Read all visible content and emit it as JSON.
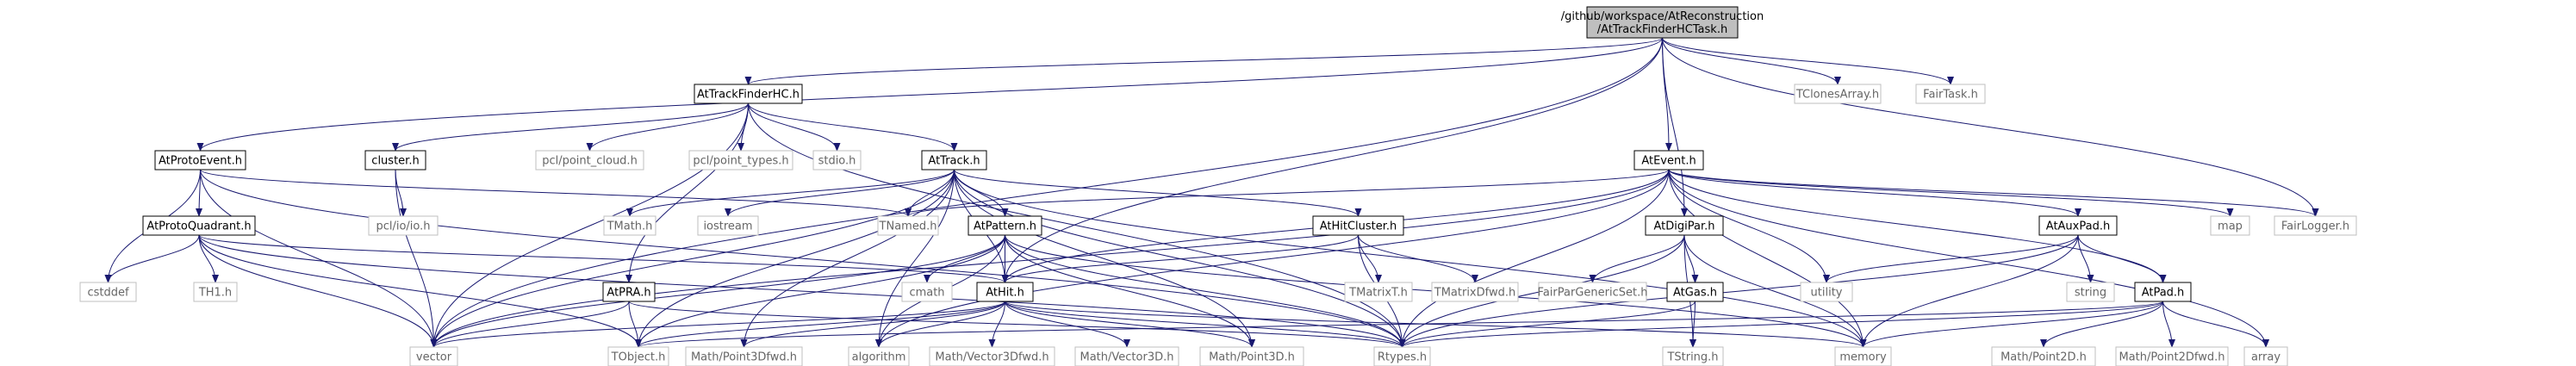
{
  "colors": {
    "root_fill": "#bfbfbf",
    "internal_fill": "#ffffff",
    "internal_stroke": "#000000",
    "external_stroke": "#bfbfbf",
    "text_internal": "#000000",
    "text_external": "#666666",
    "edge": "#191970"
  },
  "nodes": [
    {
      "id": "root",
      "lines": [
        "/github/workspace/AtReconstruction",
        "/AtTrackFinderHCTask.h"
      ],
      "kind": "root"
    },
    {
      "id": "AtTrackFinderHC",
      "lines": [
        "AtTrackFinderHC.h"
      ],
      "kind": "internal"
    },
    {
      "id": "TClonesArray",
      "lines": [
        "TClonesArray.h"
      ],
      "kind": "external"
    },
    {
      "id": "FairTask",
      "lines": [
        "FairTask.h"
      ],
      "kind": "external"
    },
    {
      "id": "AtProtoEvent",
      "lines": [
        "AtProtoEvent.h"
      ],
      "kind": "internal"
    },
    {
      "id": "cluster",
      "lines": [
        "cluster.h"
      ],
      "kind": "internal"
    },
    {
      "id": "pcl_point_cloud",
      "lines": [
        "pcl/point_cloud.h"
      ],
      "kind": "external"
    },
    {
      "id": "pcl_point_types",
      "lines": [
        "pcl/point_types.h"
      ],
      "kind": "external"
    },
    {
      "id": "stdio",
      "lines": [
        "stdio.h"
      ],
      "kind": "external"
    },
    {
      "id": "AtTrack",
      "lines": [
        "AtTrack.h"
      ],
      "kind": "internal"
    },
    {
      "id": "AtEvent",
      "lines": [
        "AtEvent.h"
      ],
      "kind": "internal"
    },
    {
      "id": "AtProtoQuadrant",
      "lines": [
        "AtProtoQuadrant.h"
      ],
      "kind": "internal"
    },
    {
      "id": "pcl_io",
      "lines": [
        "pcl/io/io.h"
      ],
      "kind": "external"
    },
    {
      "id": "TMath",
      "lines": [
        "TMath.h"
      ],
      "kind": "external"
    },
    {
      "id": "iostream",
      "lines": [
        "iostream"
      ],
      "kind": "external"
    },
    {
      "id": "TNamed",
      "lines": [
        "TNamed.h"
      ],
      "kind": "external"
    },
    {
      "id": "AtPattern",
      "lines": [
        "AtPattern.h"
      ],
      "kind": "internal"
    },
    {
      "id": "AtHitCluster",
      "lines": [
        "AtHitCluster.h"
      ],
      "kind": "internal"
    },
    {
      "id": "AtDigiPar",
      "lines": [
        "AtDigiPar.h"
      ],
      "kind": "internal"
    },
    {
      "id": "AtAuxPad",
      "lines": [
        "AtAuxPad.h"
      ],
      "kind": "internal"
    },
    {
      "id": "map",
      "lines": [
        "map"
      ],
      "kind": "external"
    },
    {
      "id": "FairLogger",
      "lines": [
        "FairLogger.h"
      ],
      "kind": "external"
    },
    {
      "id": "cstddef",
      "lines": [
        "cstddef"
      ],
      "kind": "external"
    },
    {
      "id": "TH1",
      "lines": [
        "TH1.h"
      ],
      "kind": "external"
    },
    {
      "id": "AtPRA",
      "lines": [
        "AtPRA.h"
      ],
      "kind": "internal"
    },
    {
      "id": "cmath",
      "lines": [
        "cmath"
      ],
      "kind": "external"
    },
    {
      "id": "AtHit",
      "lines": [
        "AtHit.h"
      ],
      "kind": "internal"
    },
    {
      "id": "TMatrixT",
      "lines": [
        "TMatrixT.h"
      ],
      "kind": "external"
    },
    {
      "id": "TMatrixDfwd",
      "lines": [
        "TMatrixDfwd.h"
      ],
      "kind": "external"
    },
    {
      "id": "FairParGenericSet",
      "lines": [
        "FairParGenericSet.h"
      ],
      "kind": "external"
    },
    {
      "id": "AtGas",
      "lines": [
        "AtGas.h"
      ],
      "kind": "internal"
    },
    {
      "id": "utility",
      "lines": [
        "utility"
      ],
      "kind": "external"
    },
    {
      "id": "string",
      "lines": [
        "string"
      ],
      "kind": "external"
    },
    {
      "id": "AtPad",
      "lines": [
        "AtPad.h"
      ],
      "kind": "internal"
    },
    {
      "id": "vector",
      "lines": [
        "vector"
      ],
      "kind": "external"
    },
    {
      "id": "TObject",
      "lines": [
        "TObject.h"
      ],
      "kind": "external"
    },
    {
      "id": "MathPoint3Dfwd",
      "lines": [
        "Math/Point3Dfwd.h"
      ],
      "kind": "external"
    },
    {
      "id": "algorithm",
      "lines": [
        "algorithm"
      ],
      "kind": "external"
    },
    {
      "id": "MathVector3Dfwd",
      "lines": [
        "Math/Vector3Dfwd.h"
      ],
      "kind": "external"
    },
    {
      "id": "MathVector3D",
      "lines": [
        "Math/Vector3D.h"
      ],
      "kind": "external"
    },
    {
      "id": "MathPoint3D",
      "lines": [
        "Math/Point3D.h"
      ],
      "kind": "external"
    },
    {
      "id": "Rtypes",
      "lines": [
        "Rtypes.h"
      ],
      "kind": "external"
    },
    {
      "id": "TString",
      "lines": [
        "TString.h"
      ],
      "kind": "external"
    },
    {
      "id": "memory",
      "lines": [
        "memory"
      ],
      "kind": "external"
    },
    {
      "id": "MathPoint2D",
      "lines": [
        "Math/Point2D.h"
      ],
      "kind": "external"
    },
    {
      "id": "MathPoint2Dfwd",
      "lines": [
        "Math/Point2Dfwd.h"
      ],
      "kind": "external"
    },
    {
      "id": "array",
      "lines": [
        "array"
      ],
      "kind": "external"
    }
  ],
  "edges": [
    [
      "root",
      "AtTrackFinderHC"
    ],
    [
      "root",
      "TClonesArray"
    ],
    [
      "root",
      "FairTask"
    ],
    [
      "root",
      "AtProtoEvent"
    ],
    [
      "root",
      "AtEvent"
    ],
    [
      "root",
      "AtDigiPar"
    ],
    [
      "root",
      "FairLogger"
    ],
    [
      "root",
      "vector"
    ],
    [
      "root",
      "AtHit"
    ],
    [
      "AtTrackFinderHC",
      "cluster"
    ],
    [
      "AtTrackFinderHC",
      "pcl_point_cloud"
    ],
    [
      "AtTrackFinderHC",
      "pcl_point_types"
    ],
    [
      "AtTrackFinderHC",
      "stdio"
    ],
    [
      "AtTrackFinderHC",
      "AtTrack"
    ],
    [
      "AtTrackFinderHC",
      "AtPRA"
    ],
    [
      "AtTrackFinderHC",
      "vector"
    ],
    [
      "AtTrackFinderHC",
      "Rtypes"
    ],
    [
      "AtProtoEvent",
      "AtProtoQuadrant"
    ],
    [
      "AtProtoEvent",
      "TNamed"
    ],
    [
      "AtProtoEvent",
      "cstddef"
    ],
    [
      "AtProtoEvent",
      "vector"
    ],
    [
      "AtProtoEvent",
      "Rtypes"
    ],
    [
      "cluster",
      "pcl_io"
    ],
    [
      "cluster",
      "vector"
    ],
    [
      "AtTrack",
      "TMath"
    ],
    [
      "AtTrack",
      "iostream"
    ],
    [
      "AtTrack",
      "TNamed"
    ],
    [
      "AtTrack",
      "AtPattern"
    ],
    [
      "AtTrack",
      "AtHitCluster"
    ],
    [
      "AtTrack",
      "AtHit"
    ],
    [
      "AtTrack",
      "vector"
    ],
    [
      "AtTrack",
      "TObject"
    ],
    [
      "AtTrack",
      "MathPoint3Dfwd"
    ],
    [
      "AtTrack",
      "algorithm"
    ],
    [
      "AtTrack",
      "MathPoint3D"
    ],
    [
      "AtTrack",
      "Rtypes"
    ],
    [
      "AtTrack",
      "memory"
    ],
    [
      "AtEvent",
      "TNamed"
    ],
    [
      "AtEvent",
      "AtAuxPad"
    ],
    [
      "AtEvent",
      "map"
    ],
    [
      "AtEvent",
      "FairLogger"
    ],
    [
      "AtEvent",
      "AtHit"
    ],
    [
      "AtEvent",
      "AtPad"
    ],
    [
      "AtEvent",
      "vector"
    ],
    [
      "AtEvent",
      "algorithm"
    ],
    [
      "AtEvent",
      "Rtypes"
    ],
    [
      "AtEvent",
      "utility"
    ],
    [
      "AtEvent",
      "memory"
    ],
    [
      "AtEvent",
      "array"
    ],
    [
      "AtProtoQuadrant",
      "cstddef"
    ],
    [
      "AtProtoQuadrant",
      "TH1"
    ],
    [
      "AtProtoQuadrant",
      "vector"
    ],
    [
      "AtProtoQuadrant",
      "TObject"
    ],
    [
      "AtProtoQuadrant",
      "AtHit"
    ],
    [
      "AtProtoQuadrant",
      "Rtypes"
    ],
    [
      "AtPattern",
      "cmath"
    ],
    [
      "AtPattern",
      "AtHit"
    ],
    [
      "AtPattern",
      "vector"
    ],
    [
      "AtPattern",
      "TObject"
    ],
    [
      "AtPattern",
      "MathPoint3D"
    ],
    [
      "AtPattern",
      "algorithm"
    ],
    [
      "AtPattern",
      "Rtypes"
    ],
    [
      "AtPattern",
      "memory"
    ],
    [
      "AtHitCluster",
      "TMatrixT"
    ],
    [
      "AtHitCluster",
      "TMatrixDfwd"
    ],
    [
      "AtHitCluster",
      "AtHit"
    ],
    [
      "AtHitCluster",
      "Rtypes"
    ],
    [
      "AtDigiPar",
      "FairParGenericSet"
    ],
    [
      "AtDigiPar",
      "AtGas"
    ],
    [
      "AtDigiPar",
      "TString"
    ],
    [
      "AtDigiPar",
      "Rtypes"
    ],
    [
      "AtDigiPar",
      "memory"
    ],
    [
      "AtAuxPad",
      "utility"
    ],
    [
      "AtAuxPad",
      "string"
    ],
    [
      "AtAuxPad",
      "AtPad"
    ],
    [
      "AtAuxPad",
      "Rtypes"
    ],
    [
      "AtAuxPad",
      "memory"
    ],
    [
      "AtPRA",
      "vector"
    ],
    [
      "AtPRA",
      "TObject"
    ],
    [
      "AtPRA",
      "Rtypes"
    ],
    [
      "AtHit",
      "vector"
    ],
    [
      "AtHit",
      "TObject"
    ],
    [
      "AtHit",
      "MathPoint3Dfwd"
    ],
    [
      "AtHit",
      "algorithm"
    ],
    [
      "AtHit",
      "MathVector3Dfwd"
    ],
    [
      "AtHit",
      "MathVector3D"
    ],
    [
      "AtHit",
      "MathPoint3D"
    ],
    [
      "AtHit",
      "Rtypes"
    ],
    [
      "AtHit",
      "memory"
    ],
    [
      "AtGas",
      "TString"
    ],
    [
      "AtGas",
      "Rtypes"
    ],
    [
      "AtPad",
      "MathPoint2D"
    ],
    [
      "AtPad",
      "MathPoint2Dfwd"
    ],
    [
      "AtPad",
      "array"
    ],
    [
      "AtPad",
      "Rtypes"
    ],
    [
      "AtPad",
      "memory"
    ],
    [
      "AtPad",
      "TObject"
    ]
  ]
}
